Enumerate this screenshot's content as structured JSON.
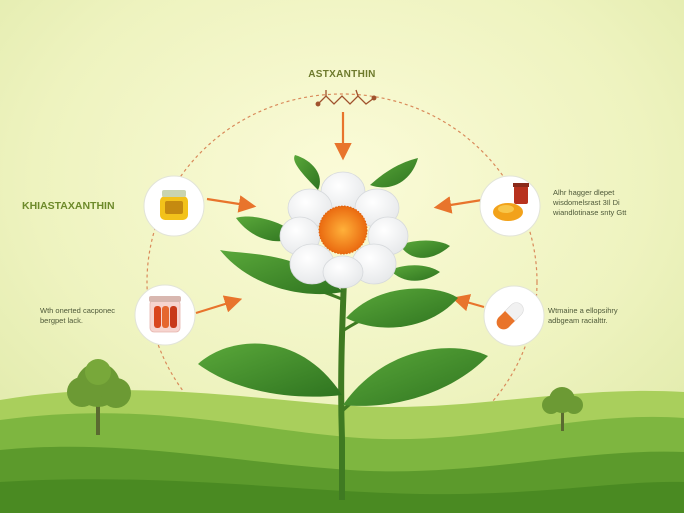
{
  "title": "ASTXANTHIN",
  "nodes": {
    "left_top": {
      "label": "KHIASTAXANTHIN",
      "icon": "supplement-jar-icon"
    },
    "left_bottom": {
      "lines": [
        "Wth onerted cacponec",
        "bergpet lack."
      ],
      "icon": "gummy-jar-icon"
    },
    "right_top": {
      "lines": [
        "Alhr hagger dlepet",
        "wisdomelsrast 3Il Di",
        "wiandlotinase snty Gtt"
      ],
      "icon": "honey-jar-icon"
    },
    "right_bottom": {
      "lines": [
        "Wtmaine a ellopsihry",
        "adbgeam racialttr."
      ],
      "icon": "capsule-icon"
    }
  },
  "colors": {
    "arrow": "#e8742c",
    "leaf": "#3f8a2a",
    "petal": "#ffffff",
    "flower_center": "#f07a16",
    "hills": "#5c9a2c",
    "background": "#f2f5c8"
  }
}
